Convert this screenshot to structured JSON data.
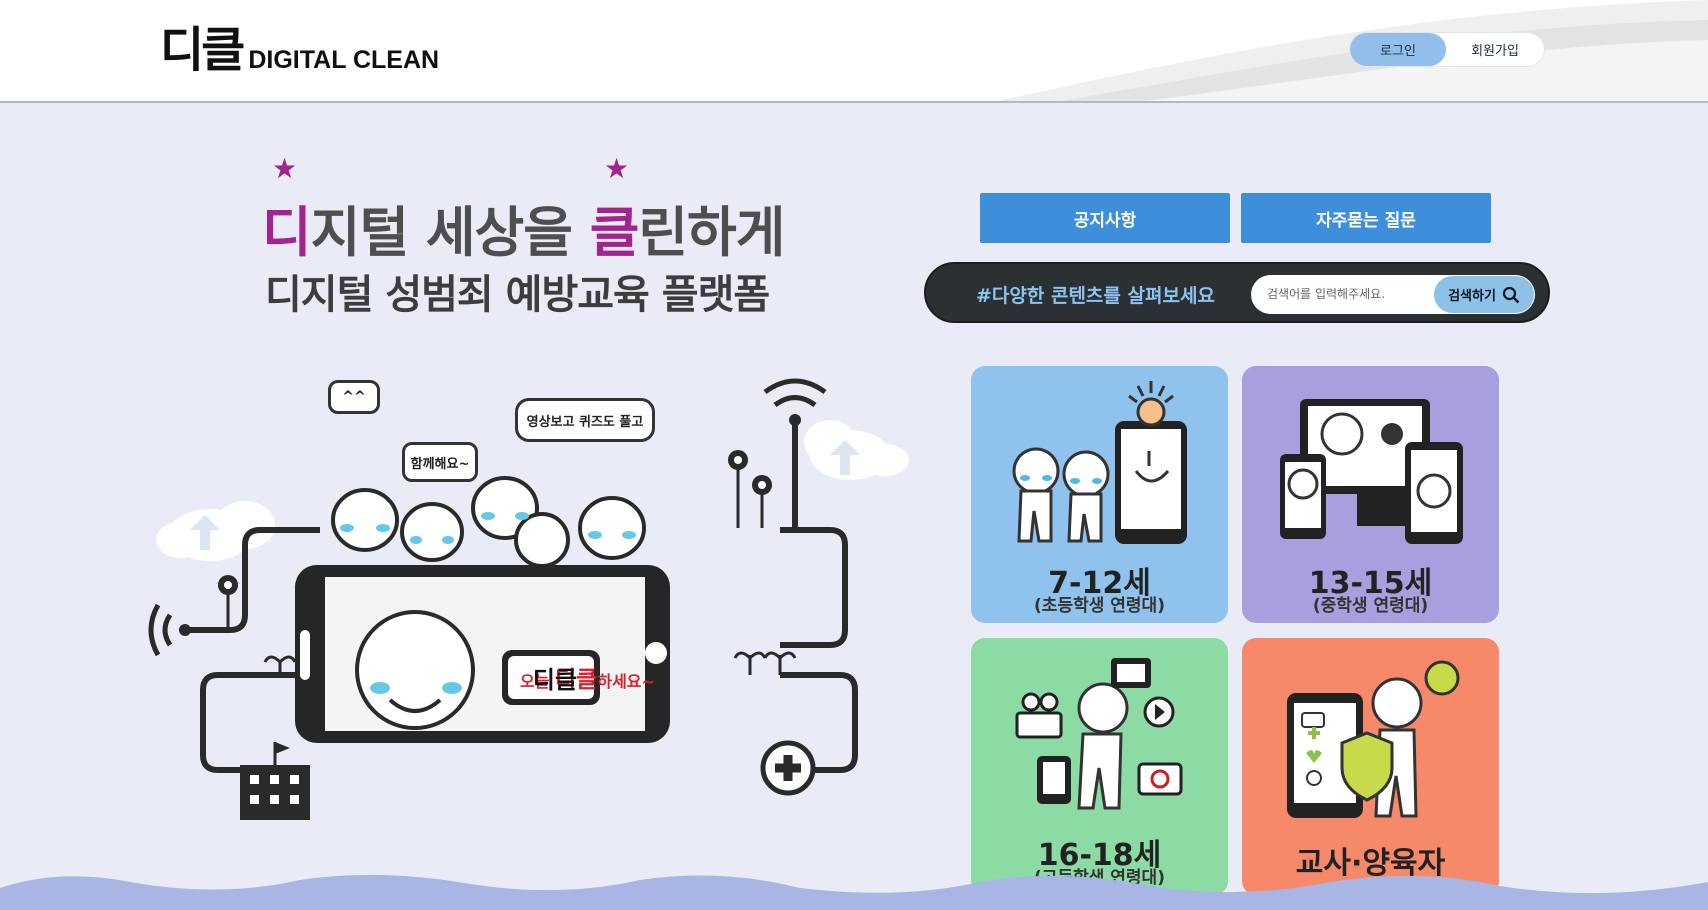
{
  "header": {
    "logo_mark": "디클",
    "logo_text": "DIGITAL CLEAN",
    "login_label": "로그인",
    "signup_label": "회원가입"
  },
  "hero": {
    "line1_prefix": "디",
    "line1_mid": "지털 세상을 ",
    "line1_accent": "클",
    "line1_suffix": "린하게",
    "line2": "디지털 성범죄 예방교육 플랫폼",
    "bubbles": [
      "^^",
      "함께해요~",
      "영상보고 퀴즈도 풀고"
    ],
    "phone_message_prefix": "오늘 ",
    "phone_message_accent": "디클",
    "phone_message_suffix": "하세요~",
    "phone_card_text": "디클"
  },
  "actions": {
    "notice_label": "공지사항",
    "faq_label": "자주묻는 질문"
  },
  "search": {
    "slogan": "#다양한 콘텐츠를 살펴보세요",
    "placeholder": "검색어를 입력해주세요.",
    "button_label": "검색하기"
  },
  "cards": [
    {
      "title": "7-12세",
      "subtitle": "(초등학생 연령대)",
      "color": "#8fc3ee"
    },
    {
      "title": "13-15세",
      "subtitle": "(중학생 연령대)",
      "color": "#a99ede"
    },
    {
      "title": "16-18세",
      "subtitle": "(고등학생 연령대)",
      "color": "#8cdaa4"
    },
    {
      "title": "교사·양육자",
      "subtitle": "",
      "color": "#f5896a"
    }
  ],
  "colors": {
    "background": "#e9ebf6",
    "accent_purple": "#a2248e",
    "button_blue": "#3d8fdb",
    "search_dark": "#2b3133",
    "wave": "#a9b5e4"
  },
  "icons": [
    "search-icon",
    "star-icon",
    "cloud-icon",
    "wifi-icon",
    "plus-icon",
    "flower-icon"
  ]
}
